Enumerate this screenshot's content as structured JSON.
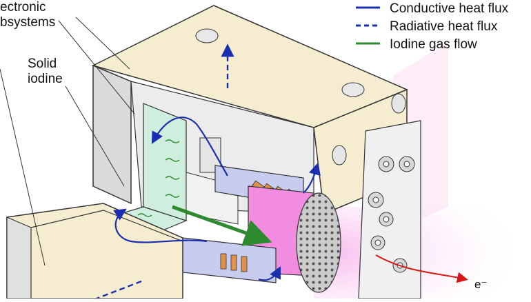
{
  "labels": {
    "electronic_subsystems_line1": "ectronic",
    "electronic_subsystems_line2": "bsystems",
    "solid_iodine_line1": "Solid",
    "solid_iodine_line2": "iodine",
    "electron": "e⁻"
  },
  "legend": {
    "items": [
      {
        "label": "Conductive heat flux",
        "color": "#1a2fb0",
        "style": "solid"
      },
      {
        "label": "Radiative heat flux",
        "color": "#1a2fb0",
        "style": "dashed"
      },
      {
        "label": "Iodine gas flow",
        "color": "#2e8a2e",
        "style": "solid"
      }
    ]
  },
  "colors": {
    "housing": "#f6ecd0",
    "outline": "#333333",
    "iodine_tank": "#cfeedd",
    "plasma_chamber": "#f28ce0",
    "grid": "#d8d8d8",
    "conductive": "#1a2fb0",
    "gas": "#2e8a2e",
    "electron": "#d81818",
    "heater": "#e0924a"
  }
}
